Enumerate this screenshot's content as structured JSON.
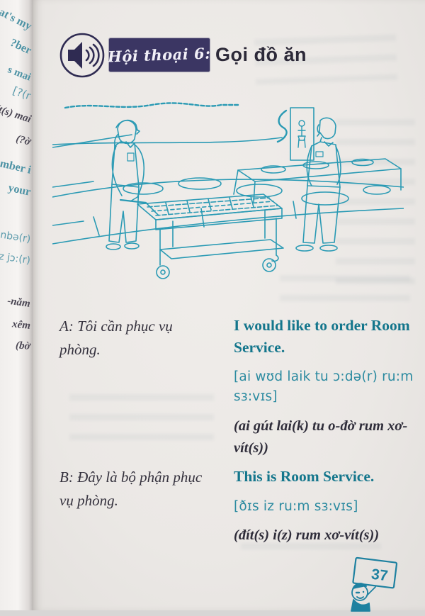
{
  "colors": {
    "teal_text": "#14768c",
    "ipa_teal": "#2b8aa0",
    "ink_dark": "#2f2d3a",
    "badge_navy": "#3b3663",
    "line_art_teal": "#2a9ab4",
    "page_bg": "#ebe8e5"
  },
  "header": {
    "audio_icon": "speaker-icon",
    "badge_label": "Hội thoại 6:",
    "title": "Gọi đồ ăn"
  },
  "illustration": {
    "scene": "room-service-line-drawing"
  },
  "dialogue": [
    {
      "vi": "A: Tôi cần phục vụ phòng.",
      "en": "I would like to order Room Service.",
      "ipa": "[ai wʊd laik tu ɔ:də(r) ru:m sɜ:vɪs]",
      "viet_phonetic": "(ai gút lai(k) tu o-đờ rum xơ-vít(s))"
    },
    {
      "vi": "B: Đây là bộ phận phục vụ phòng.",
      "en": "This is Room Service.",
      "ipa": "[ðɪs iz ru:m sɜ:vɪs]",
      "viet_phonetic": "(đít(s) i(z) rum xơ-vít(s))"
    }
  ],
  "page_number": "37",
  "prev_page_fragments": [
    "at's my",
    "ber?",
    "s mai",
    "r)?]",
    "ít(s) mai",
    "ờ?)",
    "umber i",
    "your",
    "nbə(r)",
    "z jɔ:(r)",
    "năm-",
    "xêm",
    "bờ)"
  ]
}
